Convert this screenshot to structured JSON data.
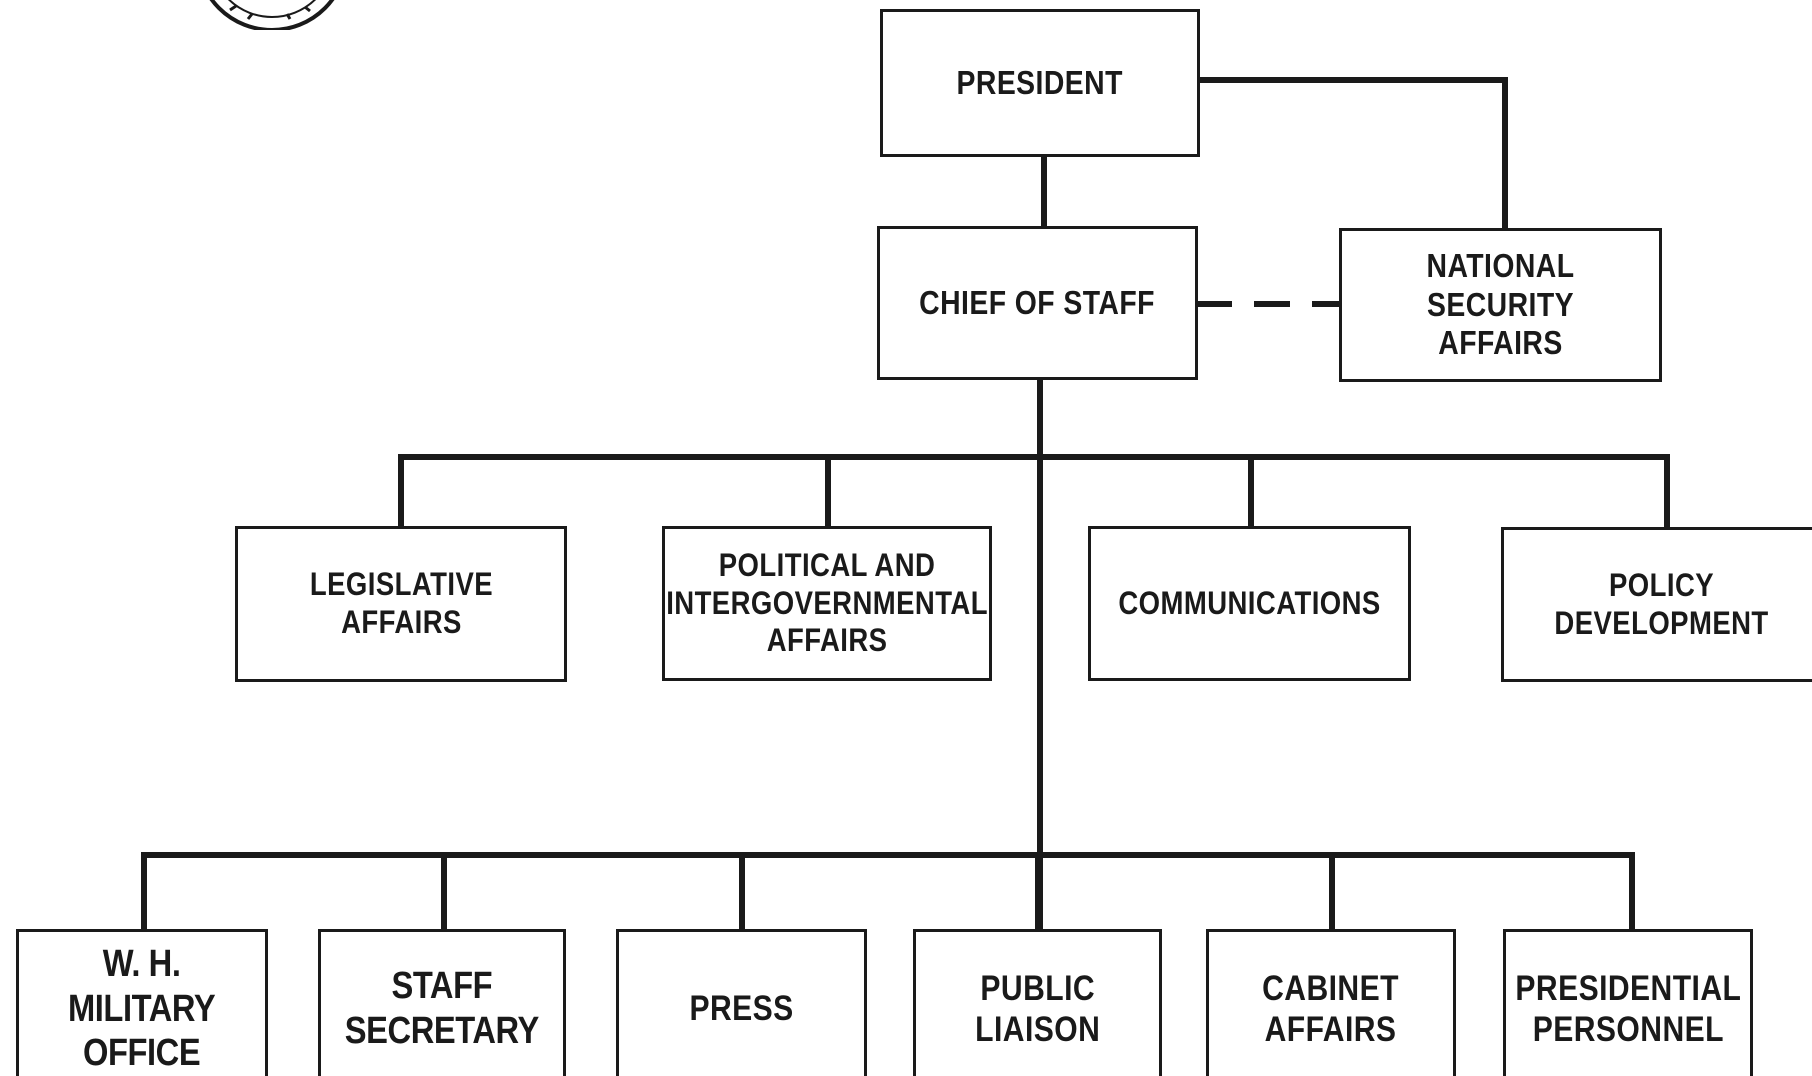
{
  "org_chart": {
    "president": "PRESIDENT",
    "chief_of_staff": "CHIEF OF STAFF",
    "national_security": "NATIONAL SECURITY\nAFFAIRS",
    "level2": [
      "LEGISLATIVE\nAFFAIRS",
      "POLITICAL AND\nINTERGOVERNMENTAL\nAFFAIRS",
      "COMMUNICATIONS",
      "POLICY\nDEVELOPMENT"
    ],
    "level3": [
      "W. H.\nMILITARY\nOFFICE",
      "STAFF\nSECRETARY",
      "PRESS",
      "PUBLIC\nLIAISON",
      "CABINET\nAFFAIRS",
      "PRESIDENTIAL\nPERSONNEL"
    ]
  },
  "colors": {
    "ink": "#1a1a1a",
    "background": "#ffffff"
  }
}
